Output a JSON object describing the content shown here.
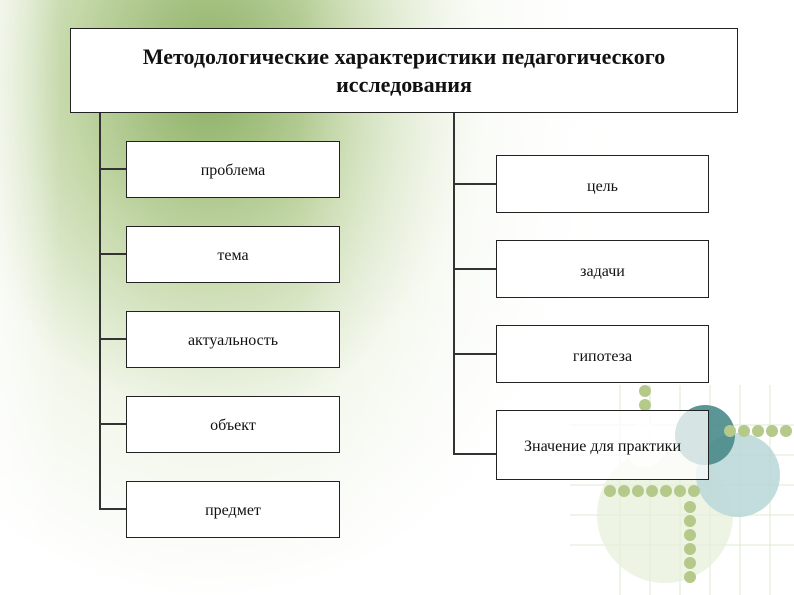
{
  "title": "Методологические характеристики педагогического исследования",
  "left_items": [
    {
      "label": "проблема"
    },
    {
      "label": "тема"
    },
    {
      "label": "актуальность"
    },
    {
      "label": "объект"
    },
    {
      "label": "предмет"
    }
  ],
  "right_items": [
    {
      "label": "цель"
    },
    {
      "label": "задачи"
    },
    {
      "label": "гипотеза"
    },
    {
      "label": "Значение для практики"
    }
  ],
  "colors": {
    "accent_green": "#8ab060",
    "teal": "#4a8a8a",
    "light_teal": "#b9d7d8",
    "dot_green": "#b5c98a"
  }
}
